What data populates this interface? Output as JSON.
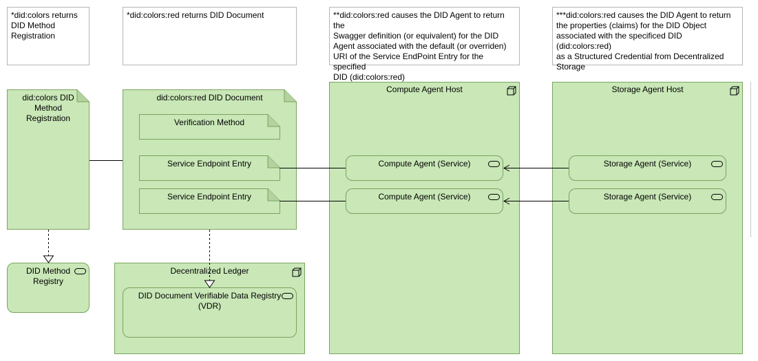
{
  "notes": {
    "note1": "*did:colors returns\nDID Method\nRegistration",
    "note2": "*did:colors:red returns DID Document",
    "note3": "**did:colors:red causes the DID Agent to return the\nSwagger definition (or equivalent) for the DID\nAgent associated with the default (or overriden)\nURI of the Service EndPoint Entry for the specified\nDID (did:colors:red)",
    "note4": "***did:colors:red causes the DID Agent to return\nthe properties (claims) for the DID Object\nassociated with the specificed DID (did:colors:red)\nas a Structured Credential from Decentralized\nStorage"
  },
  "artifacts": {
    "method_registration": "did:colors DID\nMethod\nRegistration",
    "did_document": "did:colors:red DID Document",
    "verification_method": "Verification Method",
    "service_endpoint_1": "Service Endpoint Entry",
    "service_endpoint_2": "Service Endpoint Entry"
  },
  "nodes": {
    "compute_host": "Compute Agent Host",
    "storage_host": "Storage Agent Host",
    "ledger": "Decentralized Ledger"
  },
  "services": {
    "compute_1": "Compute Agent (Service)",
    "compute_2": "Compute Agent (Service)",
    "storage_1": "Storage Agent (Service)",
    "storage_2": "Storage Agent (Service)",
    "method_registry": "DID Method\nRegistry",
    "vdr": "DID Document Verifiable Data Registry\n(VDR)"
  },
  "colors": {
    "element_fill": "#c9e7b7",
    "element_border": "#7aa35e",
    "note_border": "#b5b5b5"
  }
}
